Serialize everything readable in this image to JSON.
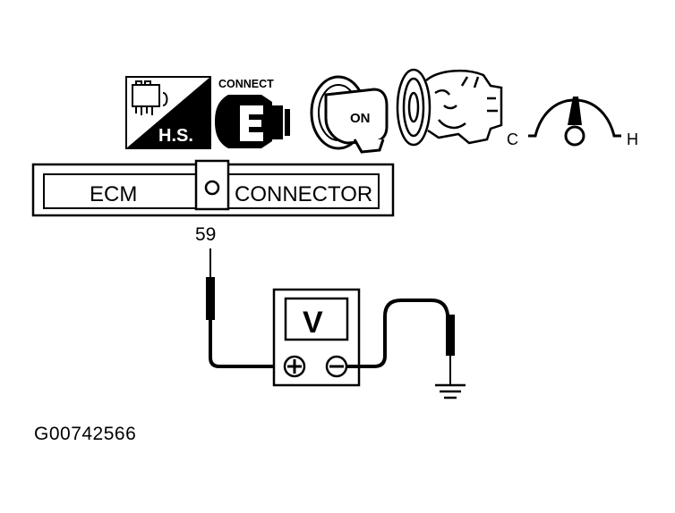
{
  "icons": {
    "hs_label": "H.S.",
    "connect_label": "CONNECT",
    "ignition_label": "ON",
    "gauge_cold": "C",
    "gauge_hot": "H"
  },
  "ecm": {
    "label_left": "ECM",
    "label_right": "CONNECTOR",
    "terminal_symbol": "O",
    "terminal_number": "59"
  },
  "meter": {
    "label": "V",
    "positive_symbol": "+",
    "negative_symbol": "−"
  },
  "figure_id": "G00742566"
}
